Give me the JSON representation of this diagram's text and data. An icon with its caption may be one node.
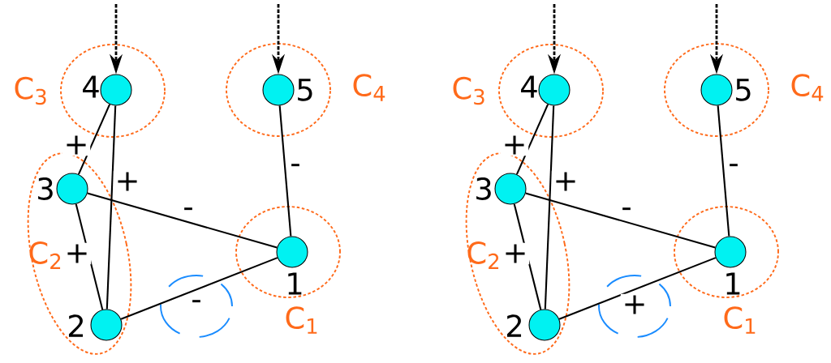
{
  "diagram": {
    "nodes": [
      {
        "text": [
          "C$_{3}$"
        ]
      },
      {
        "text": [],
        "shape": "circle",
        "beside": [
          "4"
        ],
        "in": 0
      },
      {
        "text": [
          "C$_{4}$"
        ]
      },
      {
        "text": [],
        "shape": "circle",
        "beside": [
          "5"
        ],
        "in": 2
      },
      {
        "text": [
          "C$_{2}$"
        ]
      },
      {
        "text": [],
        "shape": "circle",
        "beside": [
          "3"
        ],
        "in": 4
      },
      {
        "text": [
          "C$_{1}$"
        ]
      },
      {
        "text": [],
        "shape": "circle",
        "beside": [
          "1"
        ],
        "in": 6
      },
      {
        "text": [],
        "shape": "circle",
        "beside": [
          "2"
        ],
        "in": 4
      },
      {
        "text": [
          "C$_{3}$"
        ]
      },
      {
        "text": [],
        "shape": "circle",
        "beside": [
          "4"
        ],
        "in": 9
      },
      {
        "text": [
          "C$_{4}$"
        ]
      },
      {
        "text": [],
        "shape": "circle",
        "beside": [
          "5"
        ],
        "in": 11
      },
      {
        "text": [
          "C$_{2}$"
        ]
      },
      {
        "text": [],
        "shape": "circle",
        "beside": [
          "3"
        ],
        "in": 13
      },
      {
        "text": [
          "C$_{1}$"
        ]
      },
      {
        "text": [],
        "shape": "circle",
        "beside": [
          "1"
        ],
        "in": 15
      },
      {
        "text": [],
        "shape": "circle",
        "beside": [
          "2"
        ],
        "in": 13
      }
    ],
    "edges": [
      {
        "from": null,
        "to": 1,
        "arrow": "to",
        "style": "dashed"
      },
      {
        "from": null,
        "to": 3,
        "arrow": "to",
        "style": "dashed"
      },
      {
        "from": 1,
        "to": 5,
        "arrow": "none",
        "label": "+"
      },
      {
        "from": 1,
        "to": 8,
        "arrow": "none",
        "label": "+"
      },
      {
        "from": 5,
        "to": 8,
        "arrow": "none",
        "label": "+"
      },
      {
        "from": 5,
        "to": 7,
        "arrow": "none",
        "label": "-"
      },
      {
        "from": 3,
        "to": 7,
        "arrow": "none",
        "label": "-"
      },
      {
        "from": 8,
        "to": 7,
        "arrow": "none",
        "label": "-"
      },
      {
        "from": null,
        "to": 10,
        "arrow": "to",
        "style": "dashed"
      },
      {
        "from": null,
        "to": 12,
        "arrow": "to",
        "style": "dashed"
      },
      {
        "from": 10,
        "to": 14,
        "arrow": "none",
        "label": "+"
      },
      {
        "from": 10,
        "to": 17,
        "arrow": "none",
        "label": "+"
      },
      {
        "from": 14,
        "to": 17,
        "arrow": "none",
        "label": "+"
      },
      {
        "from": 14,
        "to": 16,
        "arrow": "none",
        "label": "-"
      },
      {
        "from": 12,
        "to": 16,
        "arrow": "none",
        "label": "-"
      },
      {
        "from": 17,
        "to": 16,
        "arrow": "none",
        "label": "+"
      }
    ]
  }
}
